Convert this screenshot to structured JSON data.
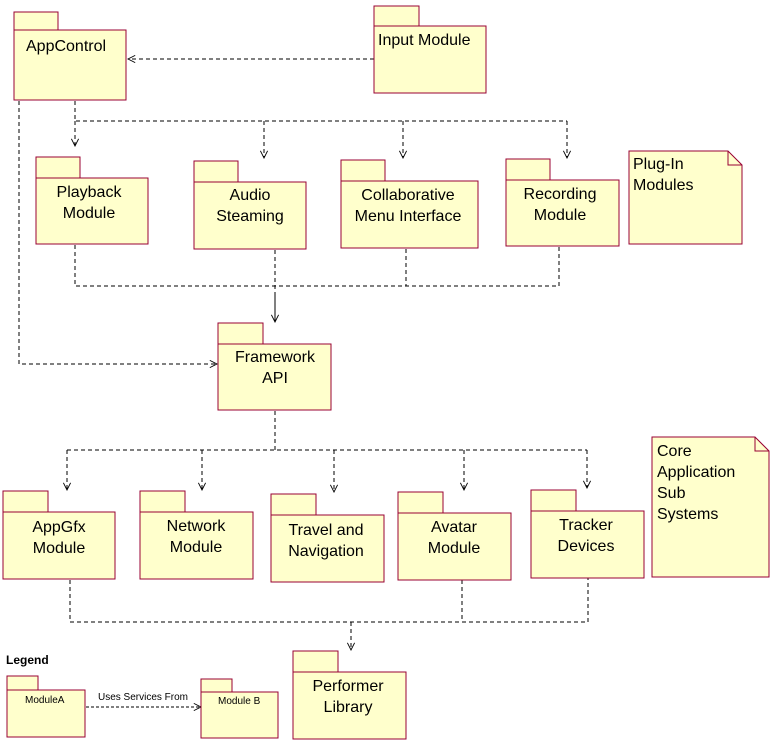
{
  "colors": {
    "fill": "#ffffcc",
    "stroke": "#990033",
    "line": "#000000"
  },
  "packages": {
    "appcontrol": {
      "lines": [
        "AppControl"
      ]
    },
    "input": {
      "lines": [
        "Input Module"
      ]
    },
    "playback": {
      "lines": [
        "Playback",
        "Module"
      ]
    },
    "audio": {
      "lines": [
        "Audio",
        "Steaming"
      ]
    },
    "collab": {
      "lines": [
        "Collaborative",
        "Menu Interface"
      ]
    },
    "recording": {
      "lines": [
        "Recording",
        "Module"
      ]
    },
    "framework": {
      "lines": [
        "Framework",
        "API"
      ]
    },
    "appgfx": {
      "lines": [
        "AppGfx",
        "Module"
      ]
    },
    "network": {
      "lines": [
        "Network",
        "Module"
      ]
    },
    "travel": {
      "lines": [
        "Travel and",
        "Navigation"
      ]
    },
    "avatar": {
      "lines": [
        "Avatar",
        "Module"
      ]
    },
    "tracker": {
      "lines": [
        "Tracker",
        "Devices"
      ]
    },
    "performer": {
      "lines": [
        "Performer",
        "Library"
      ]
    }
  },
  "notes": {
    "plugin": {
      "lines": [
        "Plug-In",
        "Modules"
      ]
    },
    "core": {
      "lines": [
        "Core",
        "Application",
        "Sub",
        "Systems"
      ]
    }
  },
  "legend": {
    "title": "Legend",
    "module_a": "ModuleA",
    "module_b": "Module B",
    "relation": "Uses Services From"
  }
}
